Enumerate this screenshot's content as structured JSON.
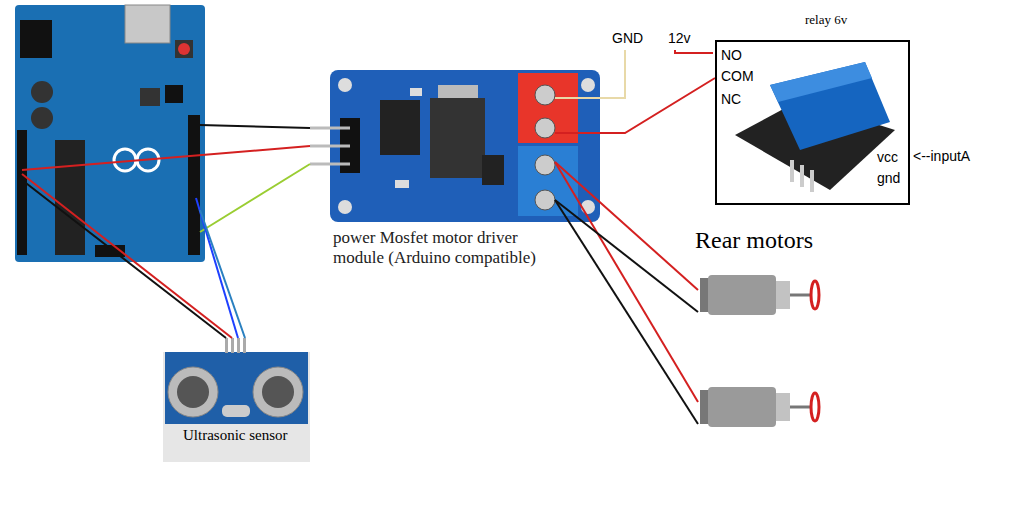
{
  "diagram": {
    "nodes": [
      {
        "text": [
          "relay 6v",
          "NO",
          "COM",
          "NC",
          "vcc",
          "gnd"
        ]
      },
      {
        "text": [
          "power Mosfet motor driver module (Arduino compatible)"
        ]
      },
      {
        "text": [
          "Ultrasonic sensor"
        ]
      }
    ],
    "edges": [
      {
        "from": 0,
        "to": 1,
        "arrow": "none"
      }
    ],
    "labels": [
      "GND",
      "12v",
      "<--inputA",
      "Rear motors"
    ]
  }
}
